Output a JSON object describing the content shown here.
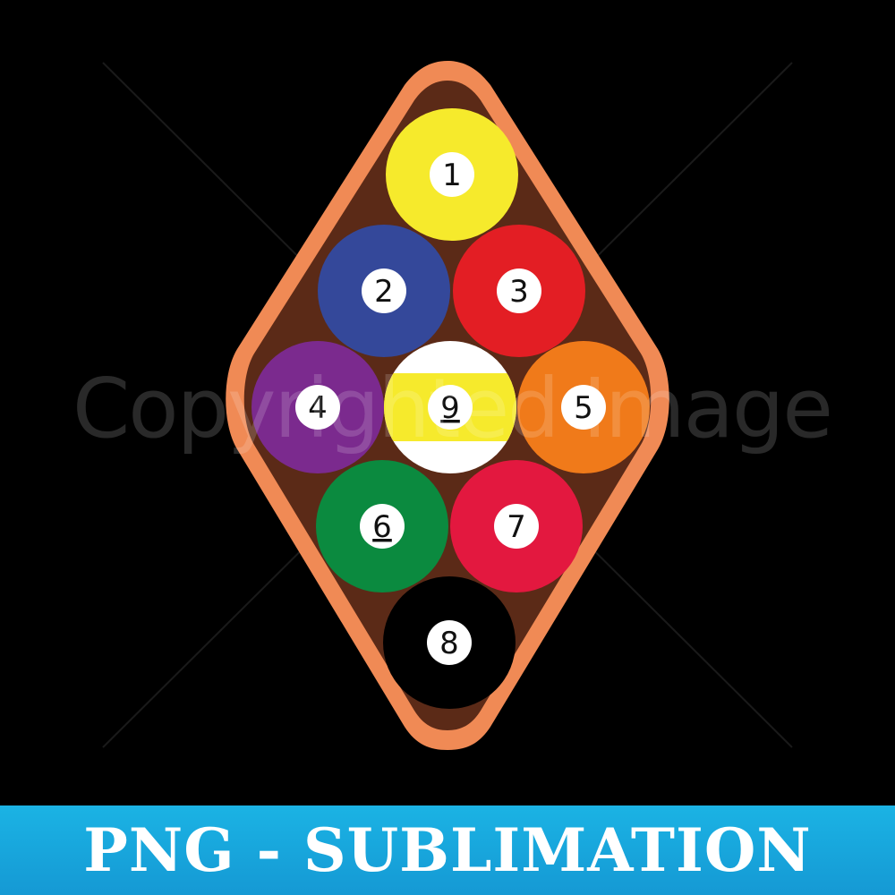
{
  "colors": {
    "background": "#000000",
    "rack_outer": "#f08a55",
    "rack_inner": "#5b2a17",
    "banner": "#1599d4",
    "banner_text": "#ffffff"
  },
  "balls": [
    {
      "number": "1",
      "color": "#f6ea2c",
      "style": "solid",
      "underline": false
    },
    {
      "number": "2",
      "color": "#34489a",
      "style": "solid",
      "underline": false
    },
    {
      "number": "3",
      "color": "#e31e24",
      "style": "solid",
      "underline": false
    },
    {
      "number": "4",
      "color": "#7b2a8e",
      "style": "solid",
      "underline": false
    },
    {
      "number": "9",
      "color": "#f6ea2c",
      "style": "stripe",
      "underline": true
    },
    {
      "number": "5",
      "color": "#f07a1a",
      "style": "solid",
      "underline": false
    },
    {
      "number": "6",
      "color": "#0b8a3f",
      "style": "solid",
      "underline": true
    },
    {
      "number": "7",
      "color": "#e3183f",
      "style": "solid",
      "underline": false
    },
    {
      "number": "8",
      "color": "#000000",
      "style": "solid",
      "underline": false
    }
  ],
  "watermark": {
    "text": "Copyrighted Image"
  },
  "banner": {
    "text": "PNG - SUBLIMATION"
  }
}
